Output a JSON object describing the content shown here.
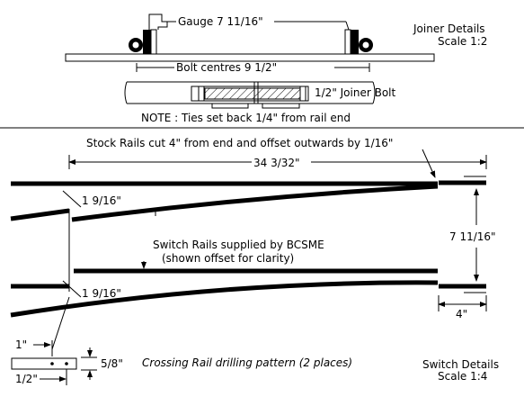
{
  "joiner": {
    "title": "Joiner Details",
    "scale": "Scale 1:2",
    "gauge_label": "Gauge 7 11/16\"",
    "bolt_centres_label": "Bolt centres 9 1/2\"",
    "joiner_bolt_label": "1/2\" Joiner Bolt",
    "note": "NOTE : Ties set back 1/4\" from rail end"
  },
  "switch": {
    "title": "Switch Details",
    "scale": "Scale 1:4",
    "stock_rails_note": "Stock Rails cut 4\" from end and offset outwards by 1/16\"",
    "length_label": "34 3/32\"",
    "upper_offset_label": "1 9/16\"",
    "lower_offset_label": "1 9/16\"",
    "gauge_label": "7 11/16\"",
    "end_label": "4\"",
    "switch_rails_note_1": "Switch Rails supplied by BCSME",
    "switch_rails_note_2": "(shown offset for clarity)"
  },
  "crossing": {
    "label": "Crossing Rail drilling pattern (2 places)",
    "dim_1in": "1\"",
    "dim_half": "1/2\"",
    "dim_5_8": "5/8\""
  }
}
